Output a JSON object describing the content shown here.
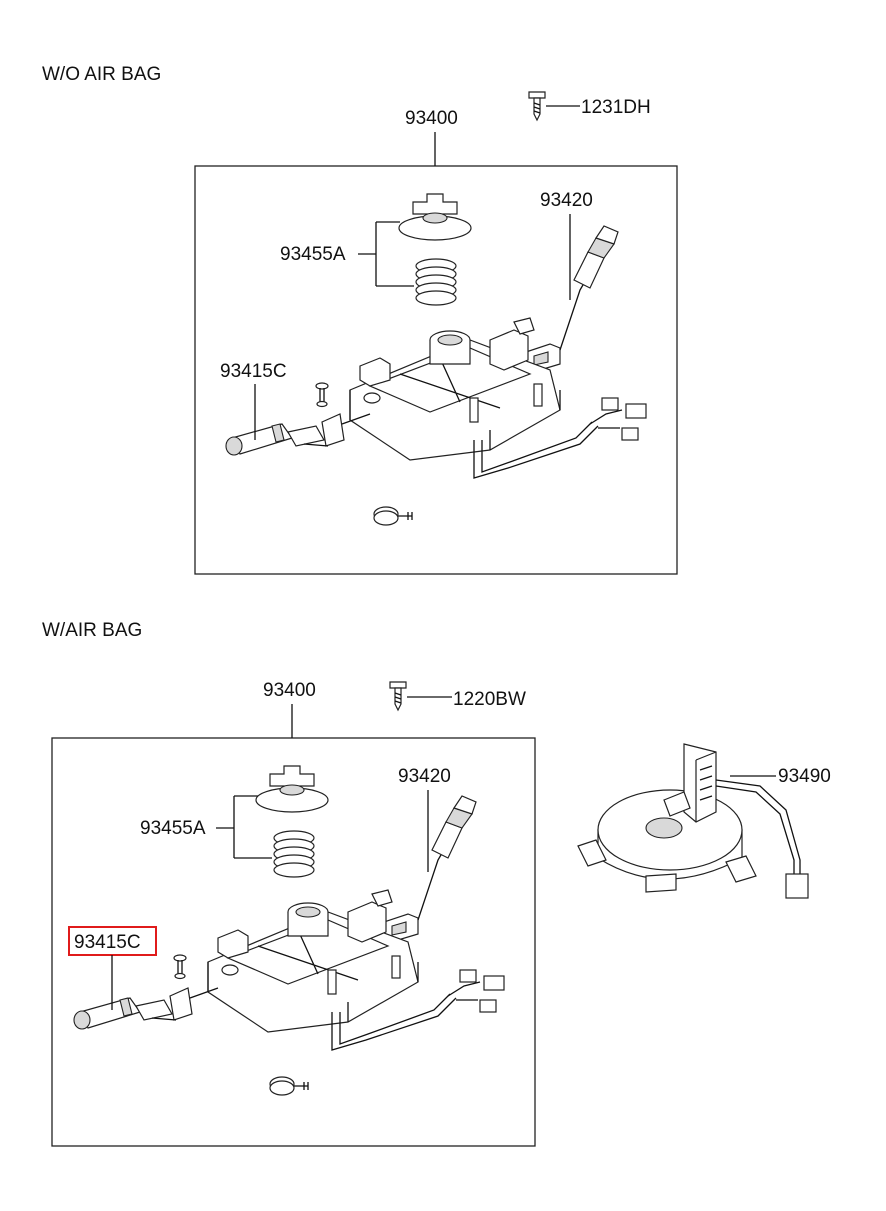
{
  "sections": [
    {
      "title": "W/O AIR BAG",
      "labels": {
        "assembly": "93400",
        "screw": "1231DH",
        "lever_right": "93420",
        "spring_set": "93455A",
        "lever_left": "93415C"
      }
    },
    {
      "title": "W/AIR BAG",
      "labels": {
        "assembly": "93400",
        "screw": "1220BW",
        "lever_right": "93420",
        "spring_set": "93455A",
        "lever_left": "93415C",
        "clock_spring": "93490"
      },
      "highlighted_part": "93415C",
      "highlight_color": "#e01b1b"
    }
  ]
}
